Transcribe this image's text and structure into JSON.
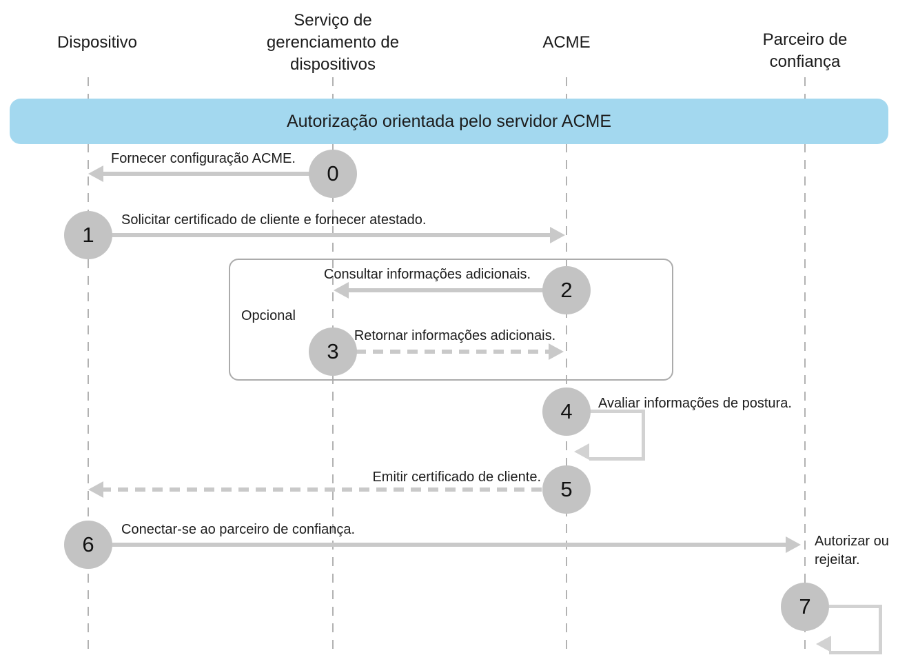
{
  "diagram": {
    "banner": {
      "title": "Autorização orientada pelo servidor ACME"
    },
    "actors": [
      {
        "label": "Dispositivo"
      },
      {
        "label": "Serviço de gerenciamento de dispositivos"
      },
      {
        "label": "ACME"
      },
      {
        "label": "Parceiro de confiança"
      }
    ],
    "optional": {
      "label": "Opcional"
    },
    "steps": [
      {
        "number": "0",
        "label": "Fornecer configuração ACME.",
        "from": "Serviço de gerenciamento de dispositivos",
        "to": "Dispositivo",
        "line": "solid"
      },
      {
        "number": "1",
        "label": "Solicitar certificado de cliente e fornecer atestado.",
        "from": "Dispositivo",
        "to": "ACME",
        "line": "solid"
      },
      {
        "number": "2",
        "label": "Consultar informações adicionais.",
        "from": "ACME",
        "to": "Serviço de gerenciamento de dispositivos",
        "line": "solid",
        "optional": true
      },
      {
        "number": "3",
        "label": "Retornar informações adicionais.",
        "from": "Serviço de gerenciamento de dispositivos",
        "to": "ACME",
        "line": "dashed",
        "optional": true
      },
      {
        "number": "4",
        "label": "Avaliar informações de postura.",
        "from": "ACME",
        "to": "ACME",
        "line": "self"
      },
      {
        "number": "5",
        "label": "Emitir certificado de cliente.",
        "from": "ACME",
        "to": "Dispositivo",
        "line": "dashed"
      },
      {
        "number": "6",
        "label": "Conectar-se ao parceiro de confiança.",
        "from": "Dispositivo",
        "to": "Parceiro de confiança",
        "line": "solid"
      },
      {
        "number": "7",
        "label": "",
        "from": "Parceiro de confiança",
        "to": "Parceiro de confiança",
        "line": "self"
      }
    ],
    "annotation": "Autorizar ou rejeitar.",
    "colors": {
      "banner_bg": "#a3d8ef",
      "circle_fill": "#c3c3c3",
      "arrow": "#c9c9c9",
      "loop": "#d2d2d2",
      "lifeline": "#b2b2b2",
      "text": "#1c1c1c"
    }
  }
}
